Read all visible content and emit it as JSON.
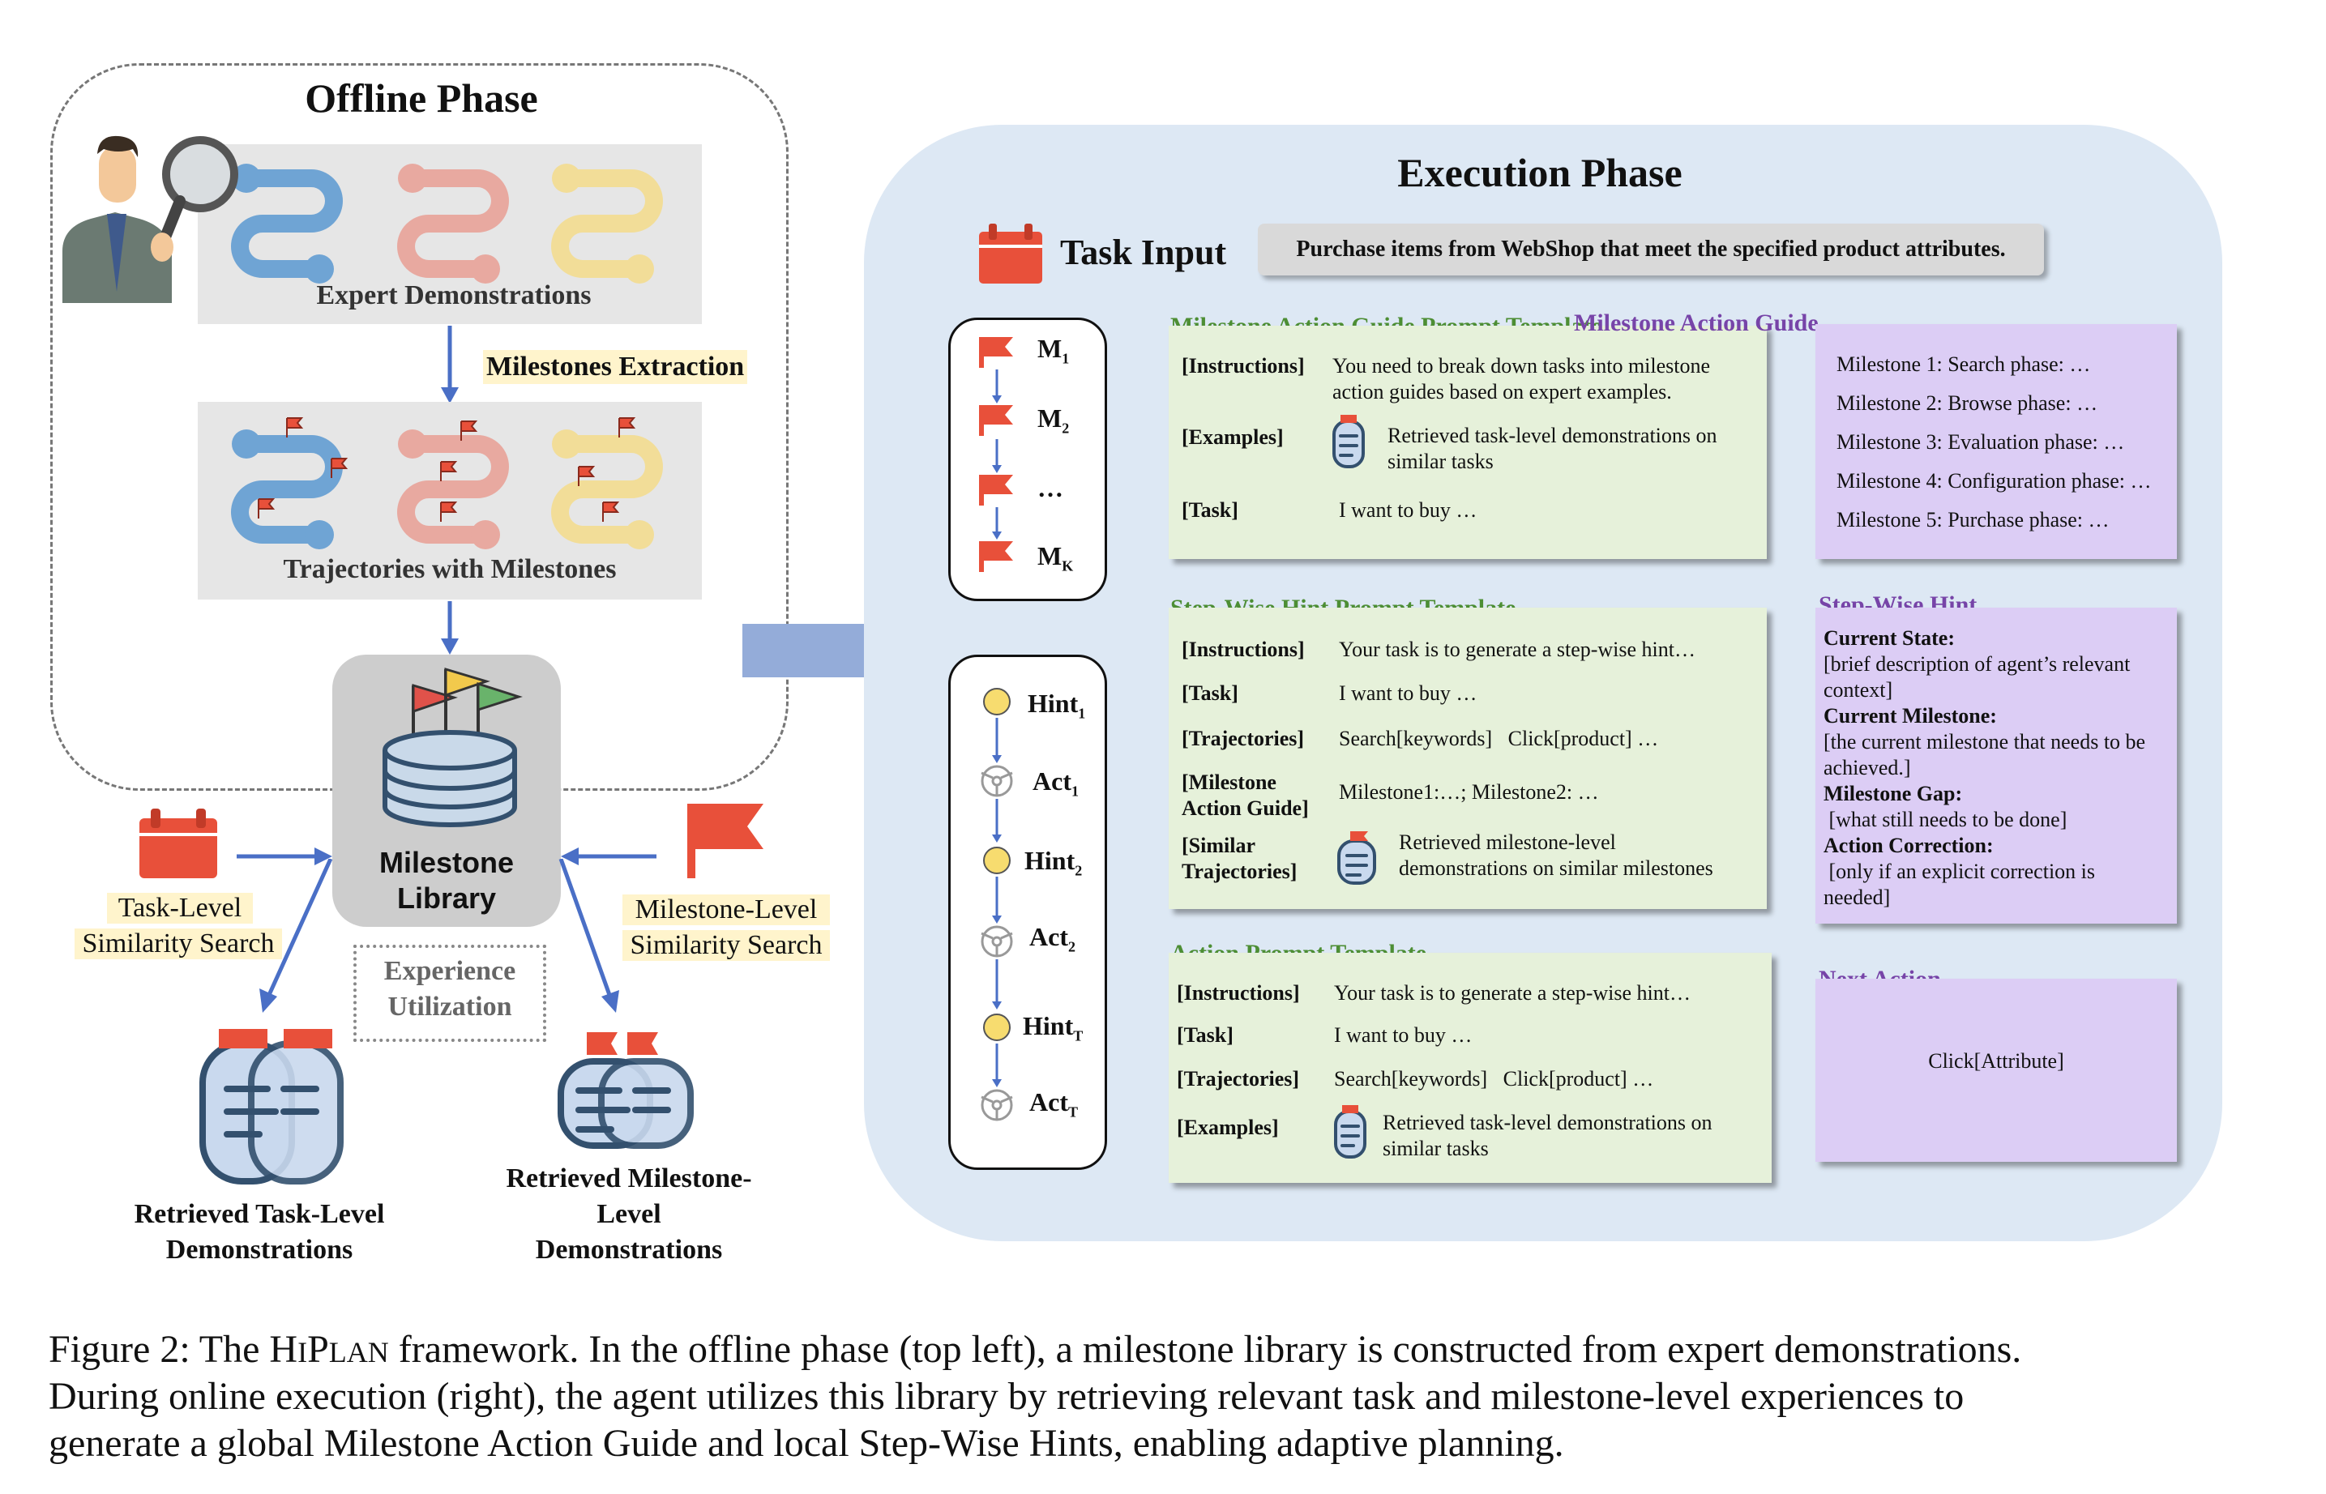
{
  "offline": {
    "title": "Offline Phase",
    "expert_label": "Expert Demonstrations",
    "milestones_extraction": "Milestones Extraction",
    "trajectories_label": "Trajectories with Milestones",
    "library_label_1": "Milestone",
    "library_label_2": "Library",
    "experience_1": "Experience",
    "experience_2": "Utilization",
    "task_search_1": "Task-Level",
    "task_search_2": "Similarity Search",
    "milestone_search_1": "Milestone-Level",
    "milestone_search_2": "Similarity Search",
    "retrieved_task_1": "Retrieved Task-Level",
    "retrieved_task_2": "Demonstrations",
    "retrieved_ms_1": "Retrieved Milestone-",
    "retrieved_ms_2": "Level",
    "retrieved_ms_3": "Demonstrations"
  },
  "execution": {
    "title": "Execution Phase",
    "task_input_label": "Task Input",
    "task_input_text": "Purchase items from WebShop that meet the specified product attributes.",
    "milestone_seq": {
      "m1": "M",
      "m1_sub": "1",
      "m2": "M",
      "m2_sub": "2",
      "dots": "…",
      "mk": "M",
      "mk_sub": "K"
    },
    "step_seq": {
      "hint1": "Hint",
      "hint1_sub": "1",
      "act1": "Act",
      "act1_sub": "1",
      "hint2": "Hint",
      "hint2_sub": "2",
      "act2": "Act",
      "act2_sub": "2",
      "hintT": "Hint",
      "hintT_sub": "T",
      "actT": "Act",
      "actT_sub": "T"
    },
    "mag_template": {
      "title": "Milestone Action Guide Prompt Template",
      "r1_key": "[Instructions]",
      "r1_val_1": "You need to break down tasks into milestone",
      "r1_val_2": "action guides based on expert examples.",
      "r2_key": "[Examples]",
      "r2_val_1": "Retrieved task-level demonstrations on",
      "r2_val_2": "similar tasks",
      "r3_key": "[Task]",
      "r3_val": "I want to buy …"
    },
    "swh_template": {
      "title": "Step-Wise Hint Prompt Template",
      "r1_key": "[Instructions]",
      "r1_val": "Your task is to generate a step-wise hint…",
      "r2_key": "[Task]",
      "r2_val": "I want to buy …",
      "r3_key": "[Trajectories]",
      "r3_val": "Search[keywords]   Click[product] …",
      "r4_key_1": "[Milestone",
      "r4_key_2": "Action Guide]",
      "r4_val": "Milestone1:…; Milestone2: …",
      "r5_key_1": "[Similar",
      "r5_key_2": "Trajectories]",
      "r5_val_1": "Retrieved milestone-level",
      "r5_val_2": "demonstrations on similar milestones"
    },
    "act_template": {
      "title": "Action Prompt Template",
      "r1_key": "[Instructions]",
      "r1_val": "Your task is to generate a step-wise hint…",
      "r2_key": "[Task]",
      "r2_val": "I want to buy …",
      "r3_key": "[Trajectories]",
      "r3_val": "Search[keywords]   Click[product] …",
      "r4_key": "[Examples]",
      "r4_val_1": "Retrieved task-level demonstrations on",
      "r4_val_2": "similar tasks"
    },
    "mag_output": {
      "title": "Milestone Action Guide",
      "items": [
        "Milestone 1: Search phase: …",
        "Milestone 2: Browse phase: …",
        "Milestone 3: Evaluation phase: …",
        "Milestone 4: Configuration phase: …",
        "Milestone 5: Purchase phase: …"
      ]
    },
    "swh_output": {
      "title": "Step-Wise Hint",
      "k1": "Current State:",
      "v1_1": "[brief description of agent’s relevant",
      "v1_2": "context]",
      "k2": "Current Milestone:",
      "v2_1": "[the current milestone that needs to be",
      "v2_2": "achieved.]",
      "k3": "Milestone Gap:",
      "v3": " [what still needs to be done]",
      "k4": "Action Correction:",
      "v4_1": " [only if an explicit correction is",
      "v4_2": "needed]"
    },
    "next_action": {
      "title": "Next Action",
      "value": "Click[Attribute]"
    }
  },
  "caption": {
    "prefix": "Figure 2: The ",
    "name_big_1": "H",
    "name_small_1": "I",
    "name_big_2": "P",
    "name_small_2": "LAN",
    "rest_1": " framework. In the offline phase (top left), a milestone library is constructed from expert demonstrations.",
    "line2": "During online execution (right), the agent utilizes this library by retrieving relevant task and milestone-level experiences to",
    "line3": "generate a global Milestone Action Guide and local Step-Wise Hints, enabling adaptive planning."
  },
  "colors": {
    "blue_path": "#6fa4d4",
    "pink_path": "#e8a9a0",
    "yellow_path": "#f2dd98",
    "flag_red": "#e8503a",
    "arrow_blue": "#4a6fc6",
    "exec_bg": "#dde8f4",
    "green_box": "#e6f1da",
    "purple_box": "#dccdf5"
  }
}
